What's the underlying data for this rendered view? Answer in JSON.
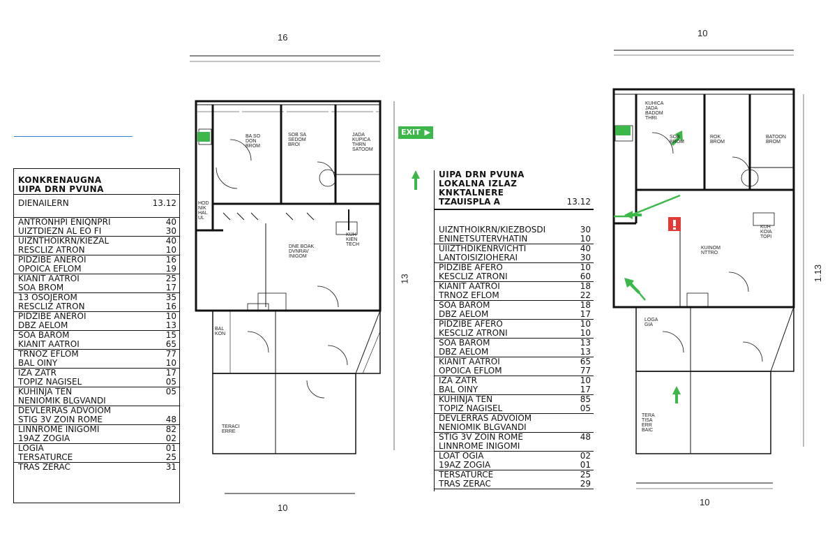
{
  "colors": {
    "line": "#111111",
    "exit_green": "#3cb84a",
    "arrow_green": "#3cb84a",
    "warning_red": "#e53935",
    "accent_blue": "#2a7fd4"
  },
  "dimensions": {
    "left_top": "16",
    "left_bottom": "10",
    "middle_vertical": "13",
    "right_top": "10",
    "right_bottom": "10",
    "right_vertical": "1.13"
  },
  "exit_sign": {
    "label": "EXIT",
    "icon": "arrow-right-icon"
  },
  "legend_left": {
    "title_lines": [
      "KONKRENAUGNA",
      "UIPA DRN PVUNA"
    ],
    "rows": [
      {
        "name": "DIENAILERN",
        "value": "13.12"
      },
      {
        "name": "",
        "value": ""
      },
      {
        "name": "ANTRONHPI ENIQNPRI",
        "value": "40"
      },
      {
        "name": "UIZTDIEZN AL EO FI",
        "value": "30"
      },
      {
        "name": "UIZNTHOIKRN/KIEZAL",
        "value": "40"
      },
      {
        "name": "RESCLIZ ATRON",
        "value": "10"
      },
      {
        "name": "PIDZIBE ANEROI",
        "value": "16"
      },
      {
        "name": "OPOICA EFLOM",
        "value": "19"
      },
      {
        "name": "KIANIT AATROI",
        "value": "25"
      },
      {
        "name": "SOA BROM",
        "value": "17"
      },
      {
        "name": "13 OSOJEROM",
        "value": "35"
      },
      {
        "name": "RESCLIZ ATRON",
        "value": "16"
      },
      {
        "name": "PIDZIBE ANEROI",
        "value": "10"
      },
      {
        "name": "DBZ AELOM",
        "value": "13"
      },
      {
        "name": "SOA BAROM",
        "value": "15"
      },
      {
        "name": "KIANIT AATROI",
        "value": "65"
      },
      {
        "name": "TRNOZ EFLOM",
        "value": "77"
      },
      {
        "name": "BAL OINY",
        "value": "10"
      },
      {
        "name": "IZA ZATR",
        "value": "17"
      },
      {
        "name": "TOPIZ NAGISEL",
        "value": "05"
      },
      {
        "name": "KUHINJA TEN",
        "value": "05"
      },
      {
        "name": "NENIOMIK BLGVANDI",
        "value": ""
      },
      {
        "name": "DEVLERRAS ADVOIOM",
        "value": ""
      },
      {
        "name": "STIG 3V ZOIN ROME",
        "value": "48"
      },
      {
        "name": "LINNROME INIGOMI",
        "value": "82"
      },
      {
        "name": "19AZ ZOGIA",
        "value": "02"
      },
      {
        "name": "LOGIA",
        "value": "01"
      },
      {
        "name": "TERSATURCE",
        "value": "25"
      },
      {
        "name": "TRAS ZERAC",
        "value": "31"
      }
    ]
  },
  "legend_middle": {
    "title_lines": [
      "UIPA DRN PVUNA",
      "LOKALNA IZLAZ",
      "KNKTALNERE",
      "TZAUISPLA A"
    ],
    "title_value": "13.12",
    "rows": [
      {
        "name": "UIZNTHOIKRN/KIEZBOSDI",
        "value": "30"
      },
      {
        "name": "ENINETSUTERVHATIN",
        "value": "10"
      },
      {
        "name": "UIIZTHDIKENRVICHTI",
        "value": "40"
      },
      {
        "name": "LANTOISIZIOHERAI",
        "value": "30"
      },
      {
        "name": "PIDZIBE AFERO",
        "value": "10"
      },
      {
        "name": "KESCLIZ ATRONI",
        "value": "60"
      },
      {
        "name": "KIANIT AATROI",
        "value": "18"
      },
      {
        "name": "TRNOZ EFLOM",
        "value": "22"
      },
      {
        "name": "SOA BAROM",
        "value": "18"
      },
      {
        "name": "DBZ AELOM",
        "value": "17"
      },
      {
        "name": "PIDZIBE AFERO",
        "value": "10"
      },
      {
        "name": "KESCLIZ ATRONI",
        "value": "10"
      },
      {
        "name": "SOA BAROM",
        "value": "13"
      },
      {
        "name": "DBZ AELOM",
        "value": "13"
      },
      {
        "name": "KIANIT AATROI",
        "value": "65"
      },
      {
        "name": "OPOICA EFLOM",
        "value": "77"
      },
      {
        "name": "IZA ZATR",
        "value": "10"
      },
      {
        "name": "BAL OINY",
        "value": "17"
      },
      {
        "name": "KUHINJA TEN",
        "value": "85"
      },
      {
        "name": "TOPIZ NAGISEL",
        "value": "05"
      },
      {
        "name": "DEVLERRAS ADVOIOM",
        "value": ""
      },
      {
        "name": "NENIOMIK BLGVANDI",
        "value": ""
      },
      {
        "name": "STIG 3V ZOIN ROME",
        "value": "48"
      },
      {
        "name": "LINNROME INIGOMI",
        "value": ""
      },
      {
        "name": "LOAT OGIA",
        "value": "02"
      },
      {
        "name": "19AZ ZOGIA",
        "value": "01"
      },
      {
        "name": "TERSATURCE",
        "value": "25"
      },
      {
        "name": "TRAS ZERAC",
        "value": "29"
      }
    ]
  },
  "plan_left_labels": {
    "bath": "BA SO DON BROM",
    "bed": "SOB SA SEDOM BROI",
    "kitchen_top": "JADA KUPICA THRN SATOOM",
    "hall": "HOD NIK HAL UL",
    "kitchen": "KUH KIEN TECH",
    "living": "DNE BOAK DVNRAV INIGOM",
    "terrace": "TERACI ERRE",
    "balcony": "BAL KON"
  },
  "plan_right_labels": {
    "kitchen_top": "KUHICA JADA BADOM THRI",
    "bed1": "SOB BROM",
    "bed2": "ROK BROM",
    "bath": "BATOON BROM",
    "hall": "KUH KOIA TOPI",
    "living": "KUINOM NTTRO",
    "loggia": "LOGA GIA",
    "terrace": "TERA TISA ERR BAIC"
  },
  "icons": [
    "exit-sign-icon",
    "green-arrow-icon",
    "red-warning-icon",
    "door-swing-icon",
    "stairs-icon"
  ]
}
